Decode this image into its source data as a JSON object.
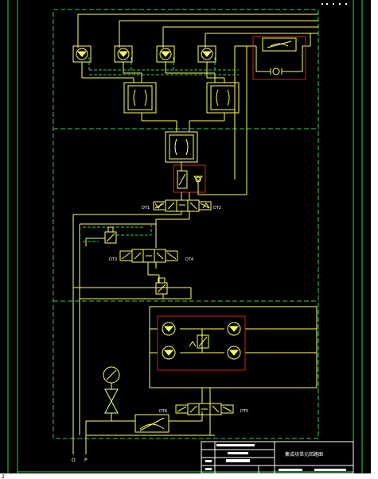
{
  "drawing": {
    "background": "#000000",
    "line_color": "#ffff66",
    "dashed_color": "#33cc66",
    "frame_color": "#22dd44",
    "highlight_color": "#cc2222",
    "text_color": "#ffffff"
  },
  "solenoids": {
    "dt1": "DT1",
    "dt2": "DT2",
    "dt3": "DT3",
    "dt4": "DT4",
    "dt5": "DT5",
    "dt6": "DT6"
  },
  "ports": {
    "o": "O",
    "p": "P"
  },
  "title_block": {
    "title": "集成块单元回路图"
  },
  "status": {
    "corner": "2"
  }
}
